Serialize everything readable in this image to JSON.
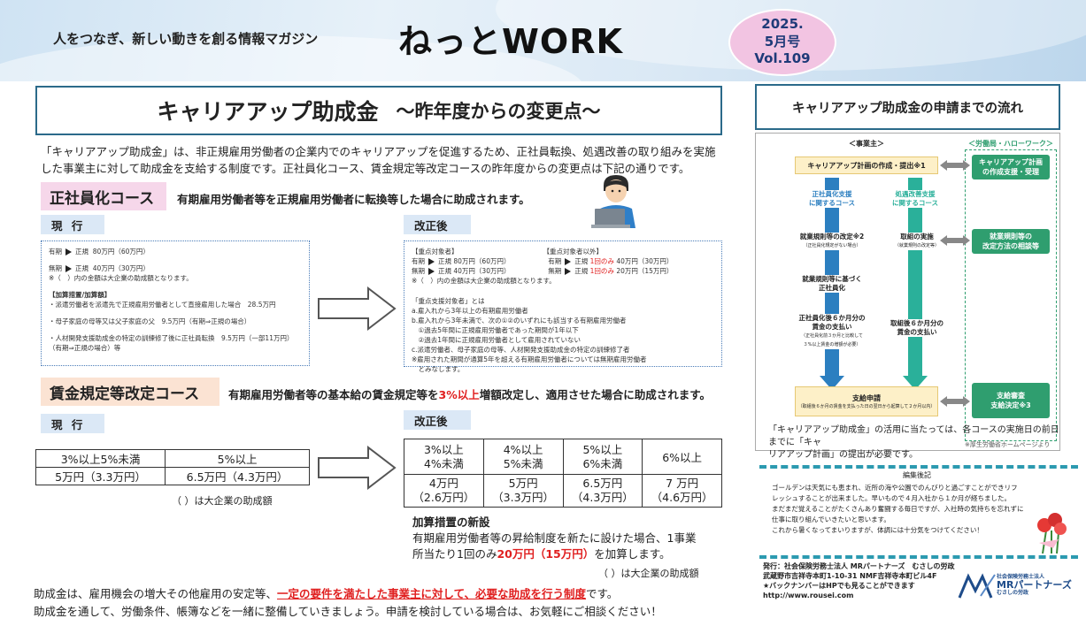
{
  "header": {
    "tagline": "人をつなぎ、新しい動きを創る情報マガジン",
    "magazine": "ねっとWORK",
    "issue_year": "2025.",
    "issue_month": "5月号",
    "issue_vol": "Vol.109"
  },
  "main": {
    "title": "キャリアアップ助成金",
    "subtitle": "～昨年度からの変更点～",
    "intro_1": "「キャリアアップ助成金」は、非正規雇用労働者の企業内でのキャリアアップを促進するため、正社員転換、処遇改善の取り組みを実施",
    "intro_2": "した事業主に対して助成金を支給する制度です。正社員化コース、賃金規定等改定コースの昨年度からの変更点は下記の通りです。"
  },
  "seishain": {
    "heading": "正社員化コース",
    "desc": "有期雇用労働者等を正規雇用労働者に転換等した場合に助成されます。",
    "current_tag": "現 行",
    "revised_tag": "改正後",
    "current": {
      "l1_from": "有期",
      "l1_to": "正規",
      "l1_amt": "80万円（60万円）",
      "l2_from": "無期",
      "l2_to": "正規",
      "l2_amt": "40万円（30万円）",
      "l3": "※（　）内の金額は大企業の助成額となります。",
      "h": "【加算措置/加算額】",
      "a1": "・派遣労働者を派遣先で正規雇用労働者として直接雇用した場合　28.5万円",
      "a2": "・母子家庭の母等又は父子家庭の父　9.5万円（有期⇒正規の場合）",
      "a3": "・人材開発支援助成金の特定の訓練修了後に正社員転換　9.5万円（一部11万円）",
      "a3b": "（有期⇒正規の場合）等"
    },
    "revised": {
      "h1": "【重点対象者】",
      "h2": "【重点対象者以外】",
      "r1_from": "有期",
      "r1_to": "正規",
      "r1_amt": "80万円（60万円）",
      "r1b_from": "有期",
      "r1b_to": "正規",
      "r1b_once": "1回のみ",
      "r1b_amt": "40万円（30万円）",
      "r2_from": "無期",
      "r2_to": "正規",
      "r2_amt": "40万円（30万円）",
      "r2b_from": "無期",
      "r2b_to": "正規",
      "r2b_once": "1回のみ",
      "r2b_amt": "20万円（15万円）",
      "r3": "※（　）内の金額は大企業の助成額となります。",
      "d0": "「重点支援対象者」とは",
      "d1": "a.雇入れから3年以上の有期雇用労働者",
      "d2": "b.雇入れから3年未満で、次の①②のいずれにも該当する有期雇用労働者",
      "d3": "　①過去5年間に正規雇用労働者であった期間が1年以下",
      "d4": "　②過去1年間に正規雇用労働者として雇用されていない",
      "d5": "c.派遣労働者、母子家庭の母等、人材開発支援助成金の特定の訓練修了者",
      "d6": "※雇用された期間が通算5年を超える有期雇用労働者については無期雇用労働者",
      "d7": "　とみなします。"
    }
  },
  "wage": {
    "heading": "賃金規定等改定コース",
    "desc_pre": "有期雇用労働者等の基本給の賃金規定等を",
    "desc_red": "3%以上",
    "desc_post": "増額改定し、適用させた場合に助成されます。",
    "current_tag": "現 行",
    "revised_tag": "改正後",
    "current_headers": [
      "3%以上5%未満",
      "5%以上"
    ],
    "current_values": [
      "5万円（3.3万円）",
      "6.5万円（4.3万円）"
    ],
    "current_note": "（ ）は大企業の助成額",
    "revised_headers_1": [
      "3%以上",
      "4%以上",
      "5%以上",
      "6%以上"
    ],
    "revised_headers_2": [
      "4%未満",
      "5%未満",
      "6%未満",
      ""
    ],
    "revised_values_1": [
      "4万円",
      "5万円",
      "6.5万円",
      "7 万円"
    ],
    "revised_values_2": [
      "（2.6万円）",
      "（3.3万円）",
      "（4.3万円）",
      "（4.6万円）"
    ],
    "bonus_title": "加算措置の新設",
    "bonus_l1": "有期雇用労働者等の昇給制度を新たに設けた場合、1事業",
    "bonus_l2_pre": "所当たり1回のみ",
    "bonus_l2_red": "20万円（15万円）",
    "bonus_l2_post": "を加算します。",
    "revised_note": "（ ）は大企業の助成額"
  },
  "footer": {
    "l1_pre": "助成金は、雇用機会の増大その他雇用の安定等、",
    "l1_red": "一定の要件を満たした事業主に対して、必要な助成を行う制度",
    "l1_post": "です。",
    "l2": "助成金を通して、労働条件、帳簿などを一緒に整備していきましょう。申請を検討している場合は、お気軽にご相談ください！"
  },
  "flow": {
    "title": "キャリアアップ助成金の申請までの流れ",
    "col_employer": "＜事業主＞",
    "col_labor": "＜労働局・ハローワーク＞",
    "plan": "キャリアアップ計画の作成・提出※1",
    "labor_1a": "キャリアアップ計画",
    "labor_1b": "の作成支援・受理",
    "left_course_1": "正社員化支援",
    "left_course_2": "に関するコース",
    "right_course_1": "処遇改善支援",
    "right_course_2": "に関するコース",
    "l_step1": "就業規則等の改定※2",
    "l_step1_note": "（正社員化規定がない場合）",
    "r_step1": "取組の実施",
    "r_step1_note": "（就業規則の改定等）",
    "labor_2a": "就業規則等の",
    "labor_2b": "改定方法の相談等",
    "l_step2a": "就業規則等に基づく",
    "l_step2b": "正社員化",
    "l_step3a": "正社員化後６か月分の",
    "l_step3b": "賃金の支払い",
    "l_step3_note1": "（正社員化前３か月と比較して",
    "l_step3_note2": "３%以上賃金の増額が必要）",
    "r_step3a": "取組後６か月分の",
    "r_step3b": "賃金の支払い",
    "apply": "支給申請",
    "apply_note": "（取組後６か月の賃金を支払った日の翌日から起算して２か月以内）",
    "labor_3a": "支給審査",
    "labor_3b": "支給決定※3",
    "note_1": "「キャリアアップ助成金」の活用に当たっては、各コースの実施日の前日までに「キャ",
    "note_2": "リアアップ計画」の提出が必要です。",
    "source": "※厚生労働省ホームページより"
  },
  "editor": {
    "title": "編集後記",
    "l1": "ゴールデンは天気にも恵まれ、近所の海や公園でのんびりと過ごすことができリフ",
    "l2": "レッシュすることが出来ました。早いもので４月入社から１か月が経ちました。",
    "l3": "まだまだ覚えることがたくさんあり奮闘する毎日ですが、入社時の気持ちを忘れずに",
    "l4": "仕事に取り組んでいきたいと思います。",
    "l5": "これから暑くなってまいりますが、体調には十分気をつけてください！"
  },
  "publisher": {
    "l1": "発行：社会保険労務士法人 MRパートナーズ　むさしの労政",
    "l2": "武蔵野市吉祥寺本町1-10-31 NMF吉祥寺本町ビル4F",
    "l3": "★バックナンバーはHPでも見ることができます",
    "l4": "http://www.rousei.com",
    "firm_small": "社会保険労務士法人",
    "firm_name": "MRパートナーズ",
    "firm_sub": "むさしの労政"
  },
  "colors": {
    "title_border": "#2b6a8a",
    "course_pink": "#f6d7ea",
    "course_peach": "#fbe3d3",
    "tag_blue": "#dbe8f6",
    "accent_red": "#e02020",
    "flow_green": "#2f9e6f",
    "flow_blue": "#2c7fc0",
    "flow_teal": "#2ab09a"
  }
}
